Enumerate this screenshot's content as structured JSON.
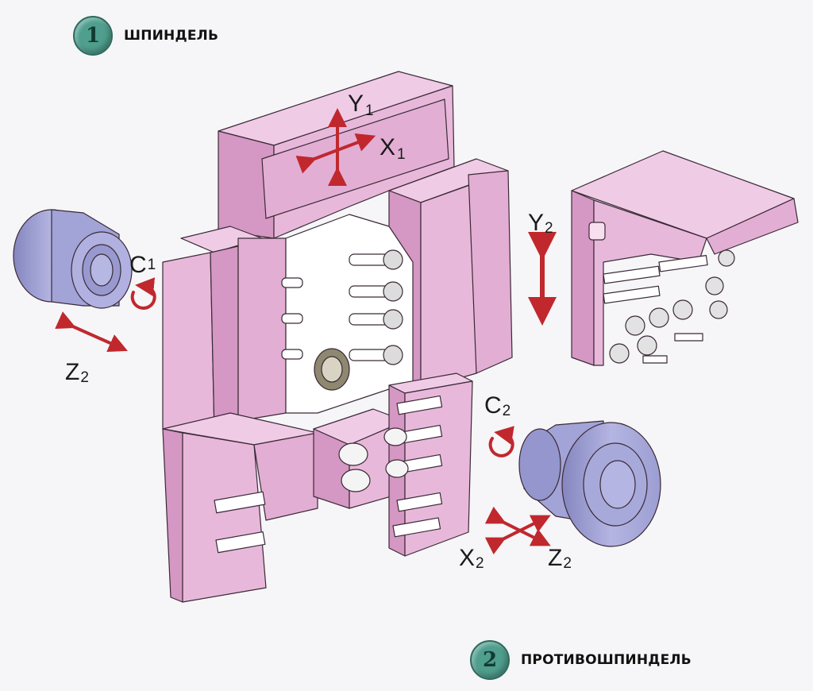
{
  "legend": [
    {
      "number": "1",
      "label": "ШПИНДЕЛЬ"
    },
    {
      "number": "2",
      "label": "ПРОТИВОШПИНДЕЛЬ"
    }
  ],
  "axes": {
    "y1": {
      "main": "Y",
      "sub": "1"
    },
    "x1": {
      "main": "X",
      "sub": "1"
    },
    "c1": {
      "main": "C",
      "sub": "1"
    },
    "z2_left": {
      "main": "Z",
      "sub": "2"
    },
    "y2": {
      "main": "Y",
      "sub": "2"
    },
    "c2": {
      "main": "C",
      "sub": "2"
    },
    "x2": {
      "main": "X",
      "sub": "2"
    },
    "z2_right": {
      "main": "Z",
      "sub": "2"
    }
  },
  "colors": {
    "body": "#e8b8da",
    "body_dark": "#d597c3",
    "outline": "#3a2a36",
    "spindle": "#a8a9d8",
    "spindle_dark": "#8485bd",
    "arrow": "#c0282e",
    "badge": "#4f9e8e"
  }
}
